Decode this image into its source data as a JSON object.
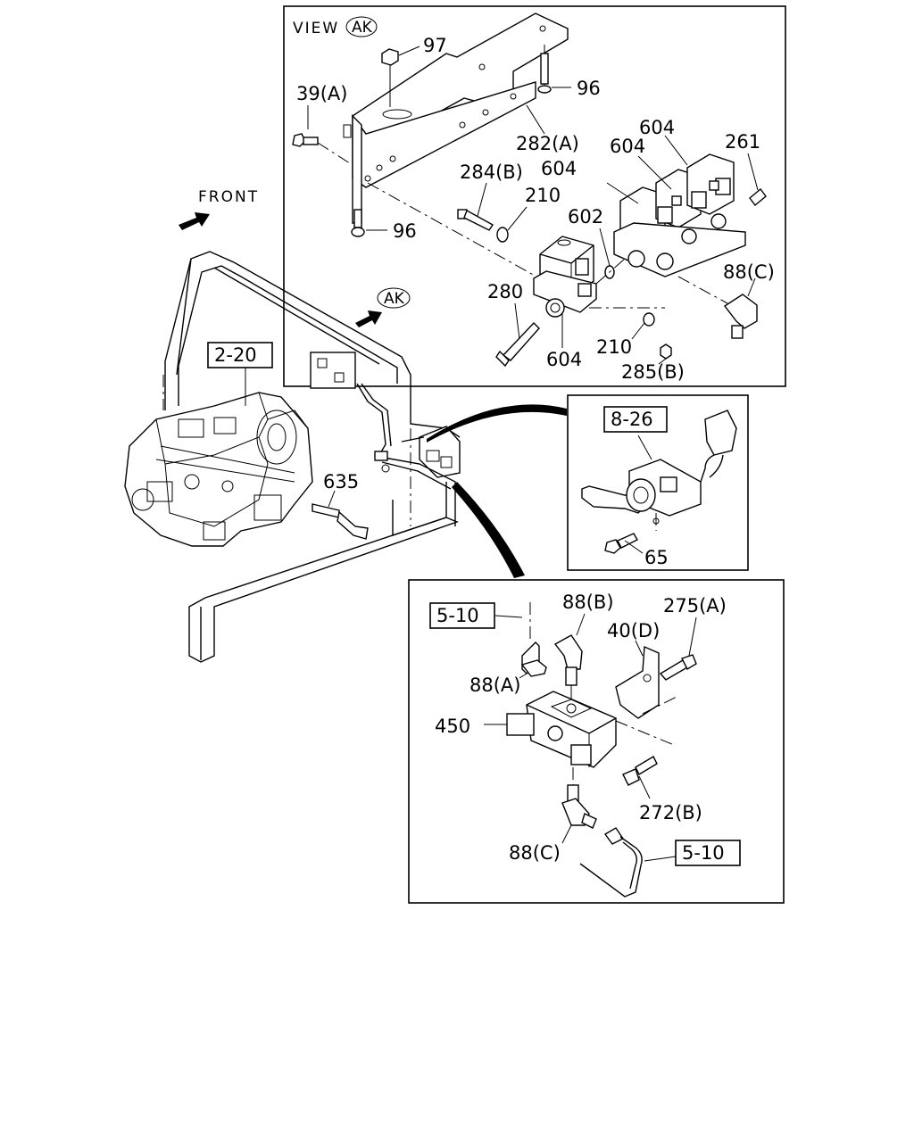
{
  "view_label": "VIEW",
  "view_marker": "AK",
  "front_label": "FRONT",
  "ak_marker": "AK",
  "refs": {
    "r_2_20": "2-20",
    "r_8_26": "8-26",
    "r_5_10_a": "5-10",
    "r_5_10_b": "5-10"
  },
  "labels": {
    "p97": "97",
    "p96_top": "96",
    "p96_bottom": "96",
    "p39a": "39(A)",
    "p282a": "282(A)",
    "p604_1": "604",
    "p604_2": "604",
    "p604_3": "604",
    "p604_4": "604",
    "p261": "261",
    "p284b": "284(B)",
    "p210_1": "210",
    "p210_2": "210",
    "p602": "602",
    "p88c_top": "88(C)",
    "p280": "280",
    "p285b": "285(B)",
    "p635": "635",
    "p65": "65",
    "p88b": "88(B)",
    "p275a": "275(A)",
    "p40d": "40(D)",
    "p88a": "88(A)",
    "p450": "450",
    "p272b": "272(B)",
    "p88c_bottom": "88(C)"
  }
}
